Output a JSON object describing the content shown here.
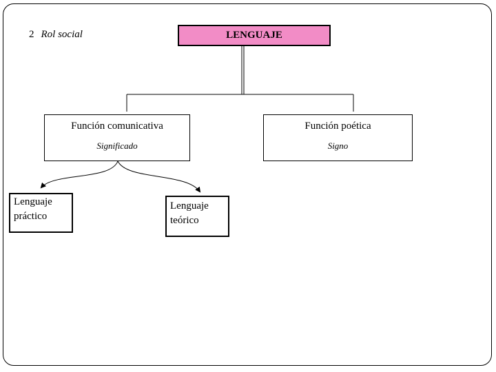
{
  "heading": {
    "number": "2",
    "label": "Rol social"
  },
  "root": {
    "label": "LENGUAJE"
  },
  "branches": [
    {
      "title": "Función comunicativa",
      "subtitle": "Significado"
    },
    {
      "title": "Función poética",
      "subtitle": "Signo"
    }
  ],
  "leaves": [
    {
      "line1": "Lenguaje",
      "line2": "práctico"
    },
    {
      "line1": "Lenguaje",
      "line2": "teórico"
    }
  ],
  "colors": {
    "root_fill": "#f28cc6",
    "lines": "#000000"
  }
}
